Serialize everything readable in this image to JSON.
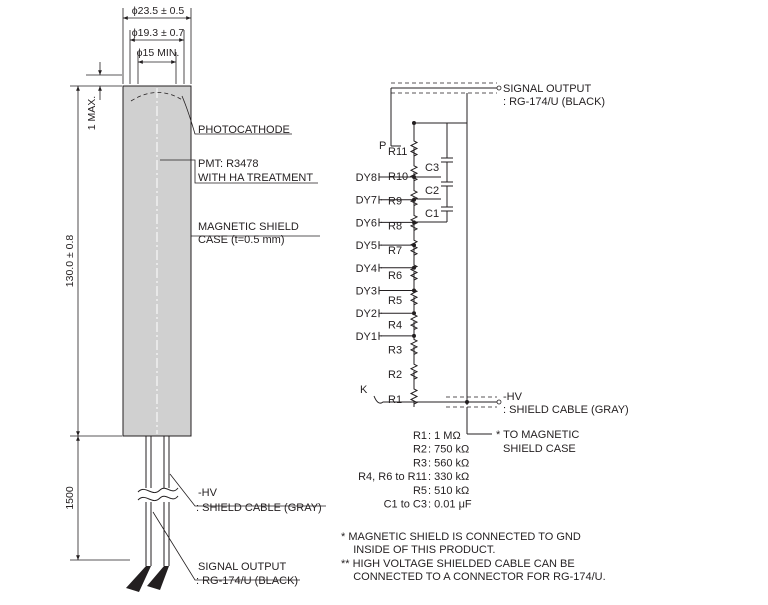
{
  "dimensions": {
    "outer_diameter": "ϕ23.5 ± 0.5",
    "inner_diameter": "ϕ19.3 ± 0.7",
    "min_diameter": "ϕ15 MIN.",
    "top_gap": "1 MAX.",
    "body_length": "130.0 ± 0.8",
    "cable_length": "1500"
  },
  "body_labels": {
    "photocathode": "PHOTOCATHODE",
    "pmt_line1": "PMT: R3478",
    "pmt_line2": "WITH HA TREATMENT",
    "shield_line1": "MAGNETIC SHIELD",
    "shield_line2": "CASE (t=0.5 mm)"
  },
  "cable_labels": {
    "hv_line1": "-HV",
    "hv_line2": ": SHIELD CABLE (GRAY)",
    "sig_line1": "SIGNAL OUTPUT",
    "sig_line2": ": RG-174/U (BLACK)"
  },
  "circuit": {
    "signal_line1": "SIGNAL OUTPUT",
    "signal_line2": ": RG-174/U (BLACK)",
    "anode_label": "P",
    "cathode_label": "K",
    "hv_line1": "-HV",
    "hv_line2": ": SHIELD CABLE (GRAY)",
    "shield_note_line1": "* TO MAGNETIC",
    "shield_note_line2": "SHIELD CASE",
    "resistors": [
      "R11",
      "R10",
      "R9",
      "R8",
      "R7",
      "R6",
      "R5",
      "R4",
      "R3",
      "R2",
      "R1"
    ],
    "capacitors": [
      "C3",
      "C2",
      "C1"
    ],
    "dynodes": [
      "DY8",
      "DY7",
      "DY6",
      "DY5",
      "DY4",
      "DY3",
      "DY2",
      "DY1"
    ]
  },
  "component_values": [
    {
      "name": "R1",
      "value": ": 1 MΩ"
    },
    {
      "name": "R2",
      "value": ": 750 kΩ"
    },
    {
      "name": "R3",
      "value": ": 560 kΩ"
    },
    {
      "name": "R4, R6 to R11",
      "value": ": 330 kΩ"
    },
    {
      "name": "R5",
      "value": ": 510 kΩ"
    },
    {
      "name": "C1 to C3",
      "value": ": 0.01 μF"
    }
  ],
  "notes": [
    {
      "line1": "*  MAGNETIC SHIELD IS CONNECTED TO GND",
      "line2": "    INSIDE OF THIS PRODUCT."
    },
    {
      "line1": "** HIGH VOLTAGE SHIELDED CABLE CAN BE",
      "line2": "    CONNECTED TO A CONNECTOR FOR RG-174/U."
    }
  ]
}
